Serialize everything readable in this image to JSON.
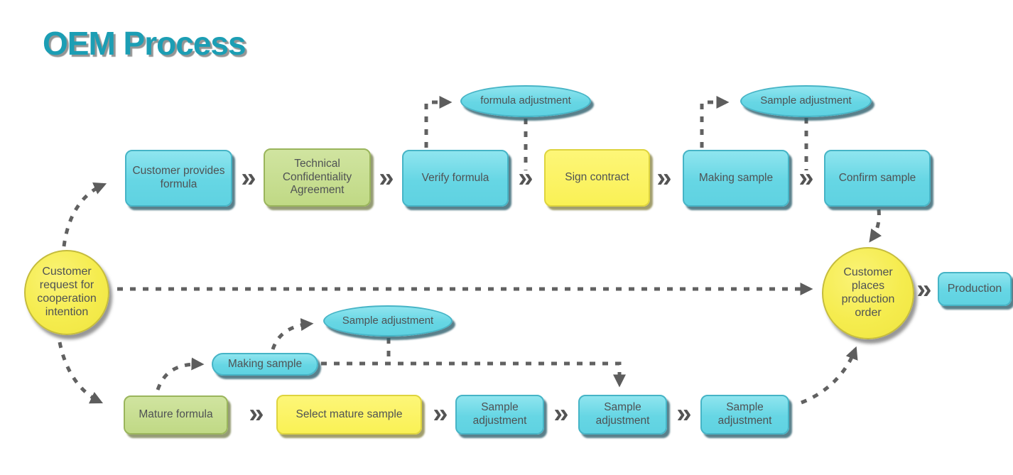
{
  "title": "OEM Process",
  "chevron": "»",
  "colors": {
    "title_teal": "#1c9eb4",
    "cyan_fill": "#6edae7",
    "green_fill": "#c3db8b",
    "yellow_fill": "#fbf35d",
    "circle_yellow": "#f5ec4e",
    "connector_gray": "#616161",
    "text_gray": "#4f5254"
  },
  "start_circle": {
    "label": "Customer request for cooperation intention"
  },
  "end_circle": {
    "label": "Customer places production order"
  },
  "production": {
    "label": "Production"
  },
  "top_row": [
    {
      "label": "Customer provides formula",
      "color": "cyan"
    },
    {
      "label": "Technical Confidentiality Agreement",
      "color": "green"
    },
    {
      "label": "Verify formula",
      "color": "cyan"
    },
    {
      "label": "Sign contract",
      "color": "yellow"
    },
    {
      "label": "Making sample",
      "color": "cyan"
    },
    {
      "label": "Confirm sample",
      "color": "cyan"
    }
  ],
  "top_callouts": [
    {
      "label": "formula adjustment"
    },
    {
      "label": "Sample adjustment"
    }
  ],
  "bottom_row": [
    {
      "label": "Mature formula",
      "color": "green"
    },
    {
      "label": "Select mature sample",
      "color": "yellow"
    },
    {
      "label": "Sample adjustment",
      "color": "cyan"
    },
    {
      "label": "Sample adjustment",
      "color": "cyan"
    },
    {
      "label": "Sample adjustment",
      "color": "cyan"
    }
  ],
  "bottom_callouts": [
    {
      "label": "Making sample"
    },
    {
      "label": "Sample adjustment"
    }
  ]
}
